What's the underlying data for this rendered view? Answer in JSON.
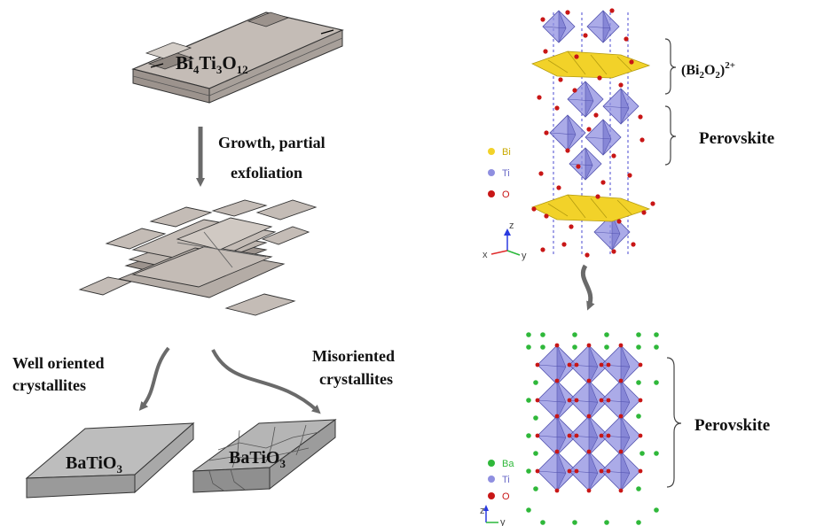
{
  "colors": {
    "bi": "#f2d229",
    "ti": "#8f8fe0",
    "o": "#c81616",
    "ba": "#2fb83a",
    "plate_top": "#c4bcb6",
    "plate_side": "#9c938d",
    "arrow": "#6a6a6a"
  },
  "left": {
    "bit_prefix": "Bi",
    "bit_s1": "4",
    "bit_m1": "Ti",
    "bit_s2": "3",
    "bit_m2": "O",
    "bit_s3": "12",
    "step_line1": "Growth, partial",
    "step_line2": "exfoliation",
    "well_line1": "Well oriented",
    "well_line2": "crystallites",
    "mis_line1": "Misoriented",
    "mis_line2": "crystallites",
    "bto_main": "BaTiO",
    "bto_sub": "3"
  },
  "right_top": {
    "layer_base": "(Bi",
    "layer_sub1": "2",
    "layer_mid": "O",
    "layer_sub2": "2",
    "layer_end": ")",
    "layer_charge": "2+",
    "perovskite_label": "Perovskite",
    "legend": [
      {
        "symbol": "Bi",
        "color": "#f2d229"
      },
      {
        "symbol": "Ti",
        "color": "#8f8fe0"
      },
      {
        "symbol": "O",
        "color": "#c81616"
      }
    ],
    "axes": {
      "z": "z",
      "x": "x",
      "y": "y"
    }
  },
  "right_bottom": {
    "perovskite_label": "Perovskite",
    "legend": [
      {
        "symbol": "Ba",
        "color": "#2fb83a"
      },
      {
        "symbol": "Ti",
        "color": "#8f8fe0"
      },
      {
        "symbol": "O",
        "color": "#c81616"
      }
    ],
    "axes": {
      "z": "z",
      "y": "y"
    }
  }
}
